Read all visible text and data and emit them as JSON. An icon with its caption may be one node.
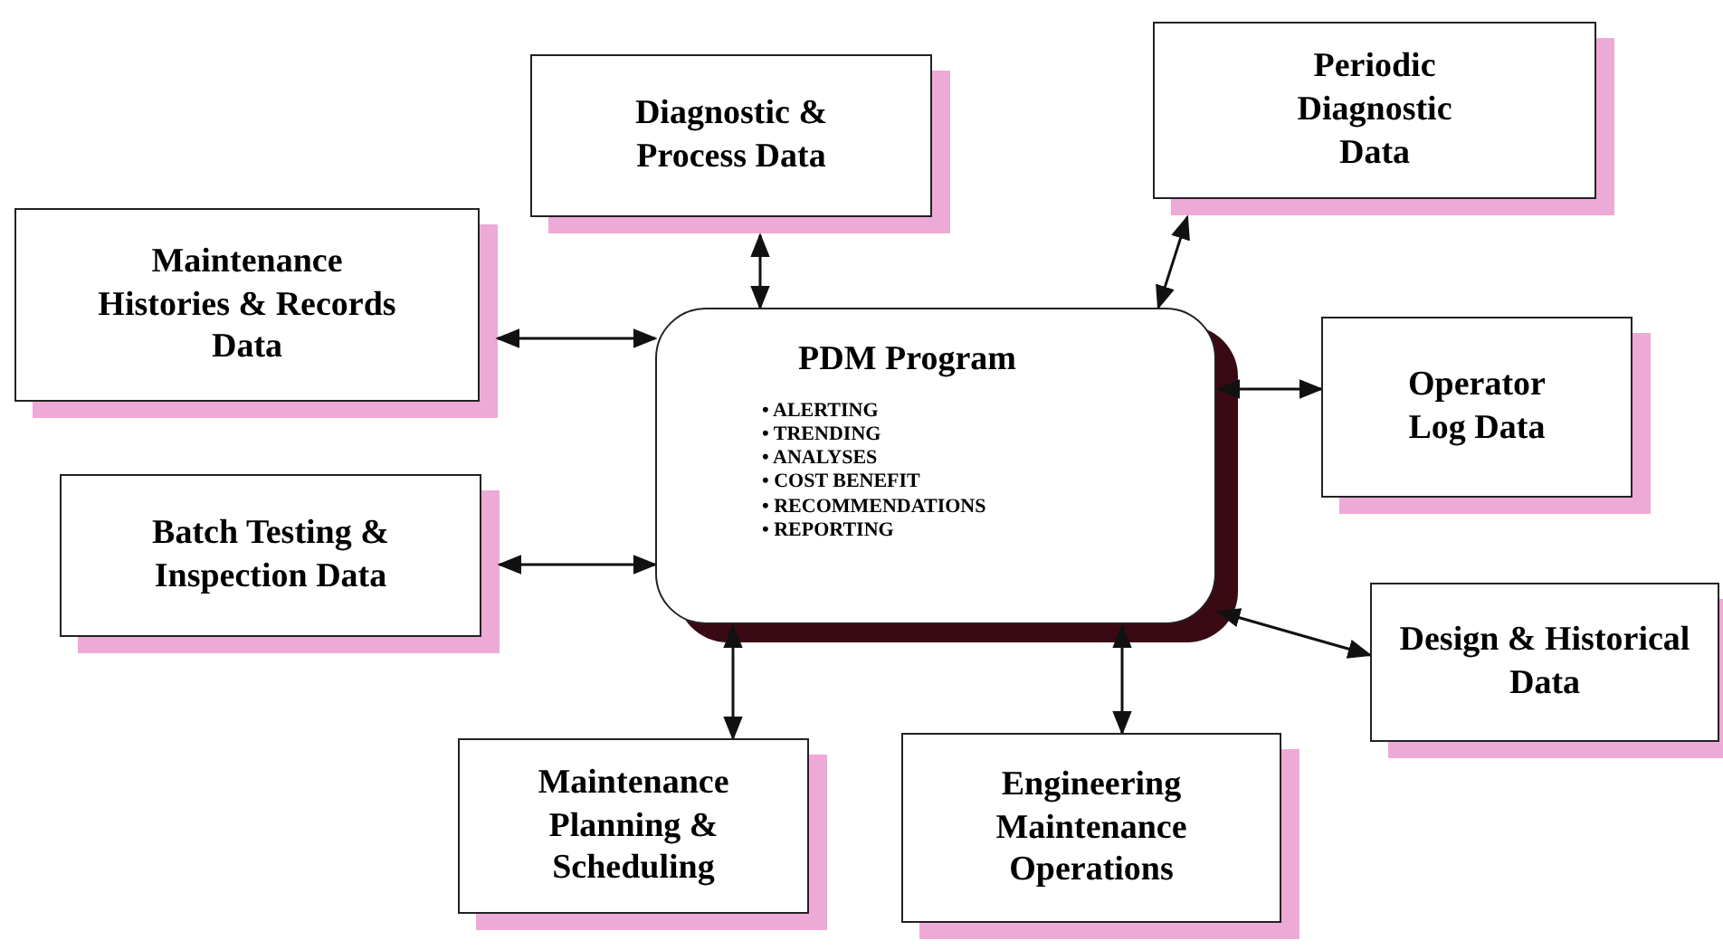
{
  "diagram": {
    "nodes": [
      {
        "text": [
          "Diagnostic & Process Data"
        ]
      },
      {
        "text": [
          "Periodic Diagnostic Data"
        ]
      },
      {
        "text": [
          "Maintenance Histories & Records Data"
        ]
      },
      {
        "text": [
          "PDM Program",
          "• ALERTING",
          "• TRENDING",
          "• ANALYSES",
          "• COST BENEFIT",
          "• RECOMMENDATIONS",
          "• REPORTING"
        ]
      },
      {
        "text": [
          "Operator Log Data"
        ]
      },
      {
        "text": [
          "Batch Testing & Inspection Data"
        ]
      },
      {
        "text": [
          "Design & Historical Data"
        ]
      },
      {
        "text": [
          "Maintenance Planning & Scheduling"
        ]
      },
      {
        "text": [
          "Engineering Maintenance Operations"
        ]
      }
    ],
    "edges": [
      {
        "from": 0,
        "to": 3,
        "arrow": "both"
      },
      {
        "from": 1,
        "to": 3,
        "arrow": "both"
      },
      {
        "from": 2,
        "to": 3,
        "arrow": "both"
      },
      {
        "from": 4,
        "to": 3,
        "arrow": "both"
      },
      {
        "from": 5,
        "to": 3,
        "arrow": "both"
      },
      {
        "from": 6,
        "to": 3,
        "arrow": "both"
      },
      {
        "from": 7,
        "to": 3,
        "arrow": "both"
      },
      {
        "from": 8,
        "to": 3,
        "arrow": "both"
      }
    ]
  }
}
